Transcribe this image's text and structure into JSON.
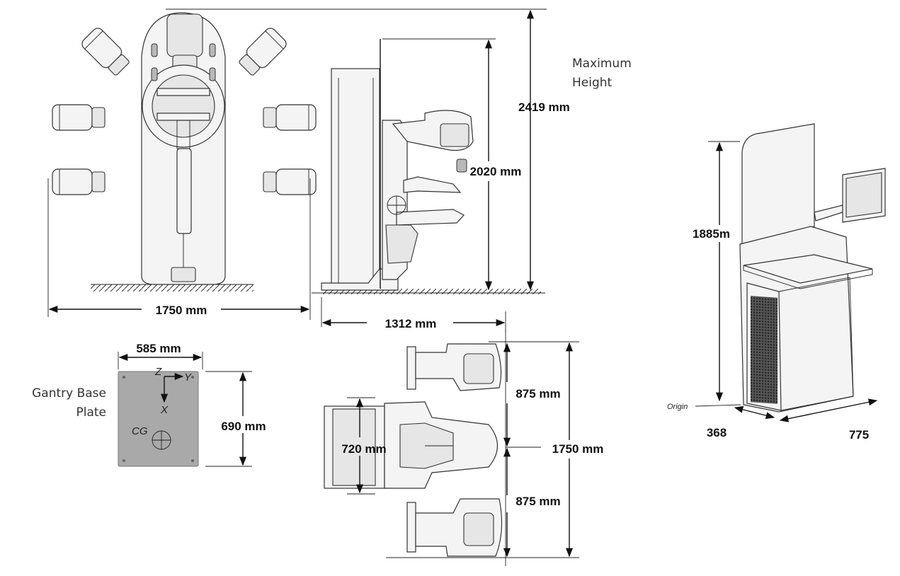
{
  "labels": {
    "max_height_line1": "Maximum",
    "max_height_line2": "Height",
    "max_height_value": "2419 mm",
    "height_2020": "2020 mm",
    "width_front": "1750 mm",
    "depth_side": "1312 mm",
    "plate_width": "585 mm",
    "plate_depth": "690 mm",
    "plate_caption_line1": "Gantry Base",
    "plate_caption_line2": "Plate",
    "axis_z": "Z",
    "axis_y": "Y",
    "axis_x": "X",
    "cg": "CG",
    "top_upper": "875 mm",
    "top_lower": "875 mm",
    "top_inner": "720 mm",
    "top_total": "1750 mm",
    "workstation_height": "1885m",
    "workstation_depth": "368",
    "workstation_width": "775",
    "origin": "Origin"
  },
  "colors": {
    "line": "#111111",
    "plate_fill": "#a9a9a9",
    "equipment_fill": "#f4f4f4"
  }
}
